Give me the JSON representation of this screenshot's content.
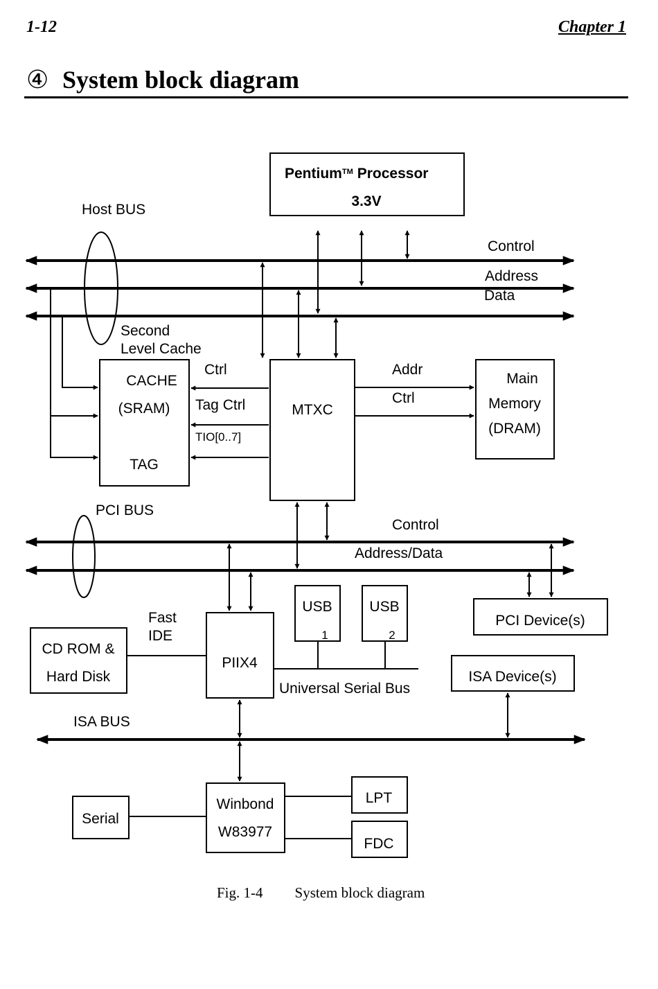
{
  "header": {
    "page_number": "1-12",
    "chapter": "Chapter 1"
  },
  "section": {
    "number": "④",
    "title": "System block diagram"
  },
  "diagram": {
    "processor": {
      "name": "Pentium",
      "tm": "TM",
      "word": "Processor",
      "voltage": "3.3V"
    },
    "host_bus": {
      "label": "Host BUS",
      "control": "Control",
      "address": "Address",
      "data": "Data"
    },
    "cache": {
      "label_line1": "Second",
      "label_line2": "Level Cache",
      "block_line1": "CACHE",
      "block_line2": "(SRAM)",
      "tag": "TAG"
    },
    "mtxc": {
      "name": "MTXC",
      "ctrl": "Ctrl",
      "tag_ctrl": "Tag Ctrl",
      "tio": "TIO[0..7]",
      "addr": "Addr",
      "mem_ctrl": "Ctrl"
    },
    "main_memory": {
      "line1": "Main",
      "line2": "Memory",
      "line3": "(DRAM)"
    },
    "pci_bus": {
      "label": "PCI BUS",
      "control": "Control",
      "address_data": "Address/Data"
    },
    "pci_device": "PCI Device(s)",
    "isa_device": "ISA Device(s)",
    "usb1": {
      "label": "USB",
      "num": "1"
    },
    "usb2": {
      "label": "USB",
      "num": "2"
    },
    "usb_bus": "Universal Serial Bus",
    "piix4": "PIIX4",
    "fast_ide": {
      "line1": "Fast",
      "line2": "IDE"
    },
    "cdrom": {
      "line1": "CD ROM &",
      "line2": "Hard Disk"
    },
    "isa_bus": "ISA BUS",
    "winbond": {
      "line1": "Winbond",
      "line2": "W83977"
    },
    "serial": "Serial",
    "lpt": "LPT",
    "fdc": "FDC"
  },
  "caption": {
    "fig": "Fig. 1-4",
    "text": "System block diagram"
  }
}
